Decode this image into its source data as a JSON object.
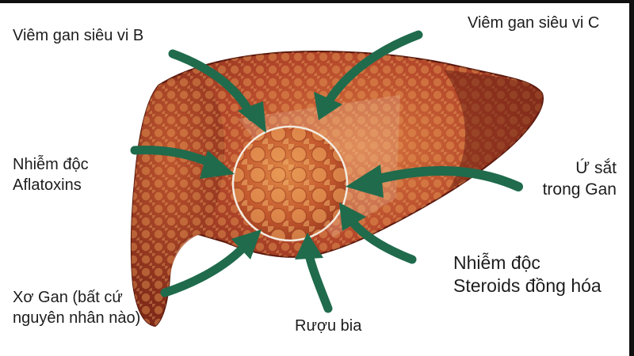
{
  "diagram": {
    "labels": {
      "viral_hepatitis_b": "Viêm gan siêu vi B",
      "viral_hepatitis_c": "Viêm gan siêu vi C",
      "aflatoxin_line1": "Nhiễm độc",
      "aflatoxin_line2": "Aflatoxins",
      "iron_line1": "Ứ sắt",
      "iron_line2": "trong Gan",
      "cirrhosis_line1": "Xơ Gan (bất cứ",
      "cirrhosis_line2": "nguyên nhân nào)",
      "alcohol": "Rượu bia",
      "steroids_line1": "Nhiễm độc",
      "steroids_line2": "Steroids đồng hóa"
    },
    "colors": {
      "liver_dark": "#7a2416",
      "liver_mid": "#b4472a",
      "liver_light": "#d9763f",
      "lobule": "#e69a55",
      "arrow": "#1f6b4c",
      "arrow_edge": "#0f4a33",
      "circle_ring": "#f3ece0"
    },
    "icons": [
      "liver-illustration",
      "arrow-icon",
      "magnified-tissue-circle"
    ]
  }
}
